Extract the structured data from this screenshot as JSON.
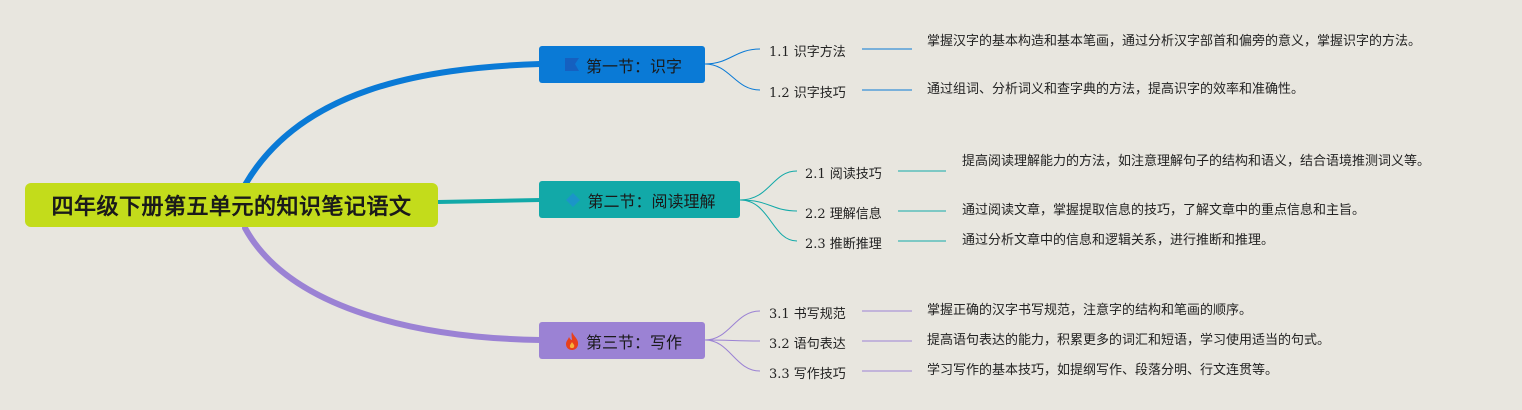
{
  "root": {
    "title": "四年级下册第五单元的知识笔记语文"
  },
  "colors": {
    "root_bg": "#c3dc1b",
    "s1": "#0a7ad6",
    "s2": "#12a9a8",
    "s3": "#9b82d4",
    "bg": "#e8e6df"
  },
  "sections": [
    {
      "label": "第一节：识字",
      "icon": "flag-icon",
      "items": [
        {
          "label": "1.1 识字方法",
          "desc": "掌握汉字的基本构造和基本笔画，通过分析汉字部首和偏旁的意义，掌握识字的方法。"
        },
        {
          "label": "1.2 识字技巧",
          "desc": "通过组词、分析词义和查字典的方法，提高识字的效率和准确性。"
        }
      ]
    },
    {
      "label": "第二节：阅读理解",
      "icon": "diamond-icon",
      "items": [
        {
          "label": "2.1 阅读技巧",
          "desc": "提高阅读理解能力的方法，如注意理解句子的结构和语义，结合语境推测词义等。"
        },
        {
          "label": "2.2 理解信息",
          "desc": "通过阅读文章，掌握提取信息的技巧，了解文章中的重点信息和主旨。"
        },
        {
          "label": "2.3 推断推理",
          "desc": "通过分析文章中的信息和逻辑关系，进行推断和推理。"
        }
      ]
    },
    {
      "label": "第三节：写作",
      "icon": "fire-icon",
      "items": [
        {
          "label": "3.1 书写规范",
          "desc": "掌握正确的汉字书写规范，注意字的结构和笔画的顺序。"
        },
        {
          "label": "3.2 语句表达",
          "desc": "提高语句表达的能力，积累更多的词汇和短语，学习使用适当的句式。"
        },
        {
          "label": "3.3 写作技巧",
          "desc": "学习写作的基本技巧，如提纲写作、段落分明、行文连贯等。"
        }
      ]
    }
  ]
}
